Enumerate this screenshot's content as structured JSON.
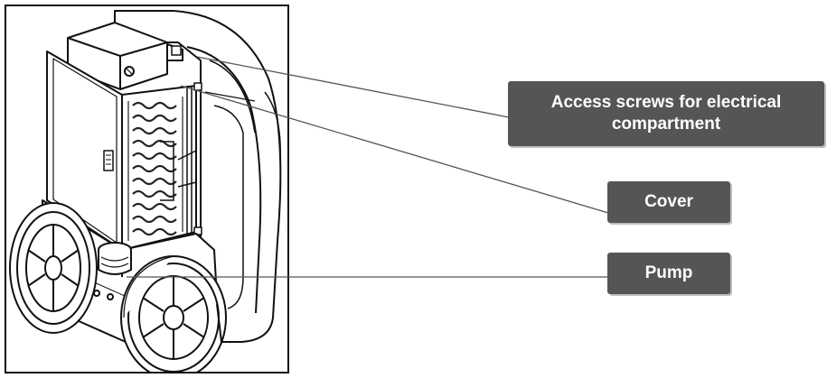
{
  "callouts": {
    "access_screws": "Access screws for electrical compartment",
    "cover": "Cover",
    "pump": "Pump"
  },
  "colors": {
    "callout_bg": "#555555",
    "callout_text": "#ffffff",
    "leader_line": "#555555",
    "frame_border": "#111111"
  },
  "icons": [
    "dehumidifier-illustration",
    "wheel-icon",
    "screw-icon",
    "coil-icon"
  ]
}
